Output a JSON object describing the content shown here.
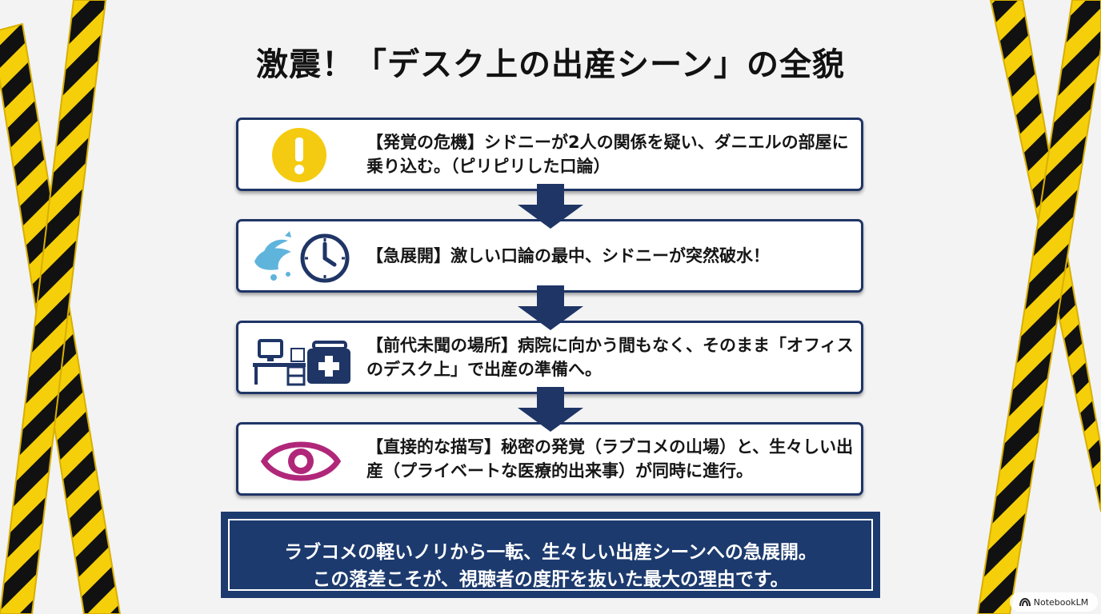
{
  "title": "激震！「デスク上の出産シーン」の全貌",
  "steps": [
    {
      "text": "【発覚の危機】シドニーが2人の関係を疑い、ダニエルの部屋に乗り込む。（ピリピリした口論）",
      "icon": "warning-icon"
    },
    {
      "text": "【急展開】激しい口論の最中、シドニーが突然破水！",
      "icon": "water-splash-clock-icon"
    },
    {
      "text": "【前代未聞の場所】病院に向かう間もなく、そのまま「オフィスのデスク上」で出産の準備へ。",
      "icon": "office-desk-medical-kit-icon"
    },
    {
      "text": "【直接的な描写】秘密の発覚（ラブコメの山場）と、生々しい出産（プライベートな医療的出来事）が同時に進行。",
      "icon": "eye-icon"
    }
  ],
  "conclusion": {
    "line1": "ラブコメの軽いノリから一転、生々しい出産シーンへの急展開。",
    "line2": "この落差こそが、視聴者の度肝を抜いた最大の理由です。"
  },
  "badge": {
    "label": "NotebookLM"
  },
  "colors": {
    "navy": "#1f3566",
    "banner": "#1c3a6e",
    "tape_yellow": "#f5cf0a",
    "tape_black": "#111111",
    "warning_yellow": "#f4cb10",
    "eye_magenta": "#b0277a",
    "water_blue": "#5fb4dc"
  }
}
